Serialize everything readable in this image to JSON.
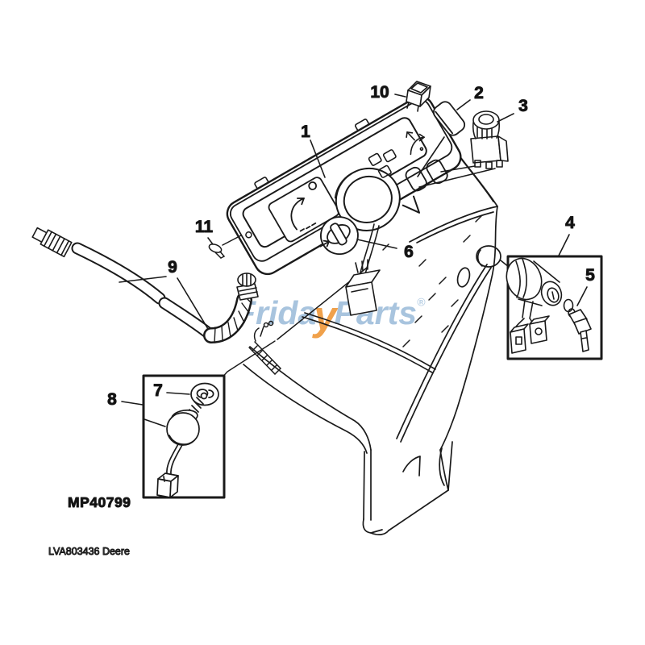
{
  "callouts": [
    {
      "num": "1"
    },
    {
      "num": "2"
    },
    {
      "num": "3"
    },
    {
      "num": "4"
    },
    {
      "num": "5"
    },
    {
      "num": "6"
    },
    {
      "num": "7"
    },
    {
      "num": "8"
    },
    {
      "num": "9"
    },
    {
      "num": "10"
    },
    {
      "num": "11"
    }
  ],
  "labels": {
    "diagram_code": "MP40799",
    "caption": "LVA803436 Deere"
  },
  "watermark": {
    "prefix": "Frida",
    "accent": "y",
    "suffix": "Parts",
    "registered": "®"
  },
  "colors": {
    "line": "#1a1a1a",
    "watermark_blue": "#a8c4de",
    "watermark_orange": "#f0a14b",
    "background": "#ffffff"
  }
}
